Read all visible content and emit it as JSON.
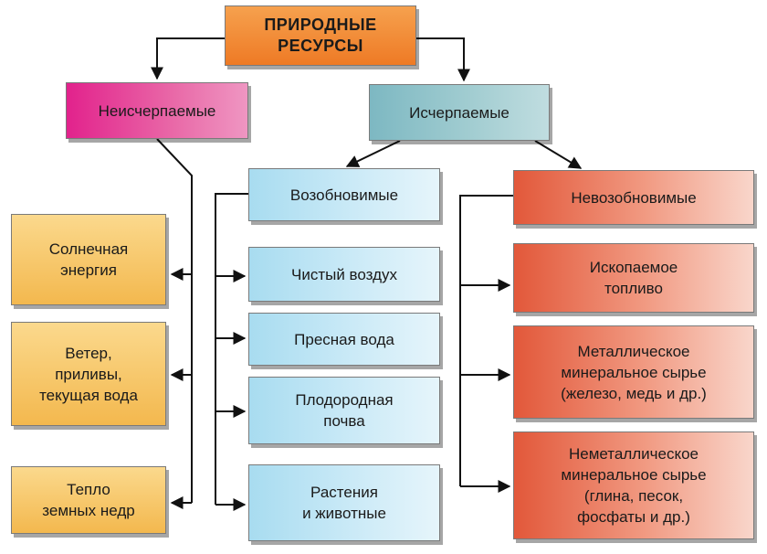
{
  "root": {
    "label": "ПРИРОДНЫЕ\nРЕСУРСЫ"
  },
  "nonexhaustible": {
    "label": "Неисчерпаемые",
    "items": [
      "Солнечная\nэнергия",
      "Ветер,\nприливы,\nтекущая вода",
      "Тепло\nземных недр"
    ]
  },
  "exhaustible": {
    "label": "Исчерпаемые",
    "renewable": {
      "label": "Возобновимые",
      "items": [
        "Чистый воздух",
        "Пресная вода",
        "Плодородная\nпочва",
        "Растения\nи животные"
      ]
    },
    "nonrenewable": {
      "label": "Невозобновимые",
      "items": [
        "Ископаемое\nтопливо",
        "Металлическое\nминеральное сырье\n(железо, медь и др.)",
        "Неметаллическое\nминеральное сырье\n(глина, песок,\nфосфаты и др.)"
      ]
    }
  },
  "colors": {
    "root": "#ee7a25",
    "nonexhaustible": "#e2228c",
    "exhaustible": "#7db8c2",
    "renewable": "#a8dcf0",
    "nonrenewable": "#e2583a",
    "nonexhaustible_items": "#f3b84e",
    "connector": "#111111"
  }
}
